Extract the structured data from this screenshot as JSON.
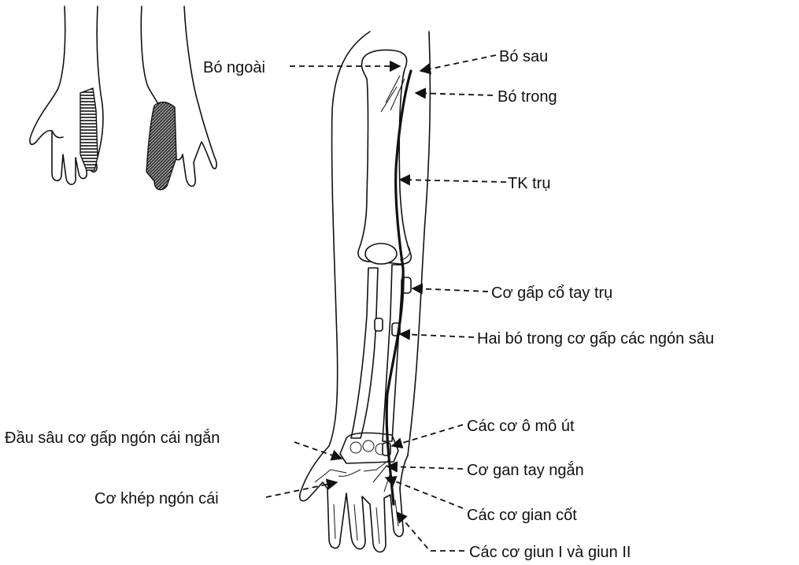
{
  "figure": {
    "labels": {
      "bo_ngoai": "Bó ngoài",
      "bo_sau": "Bó sau",
      "bo_trong": "Bó trong",
      "tk_tru": "TK trụ",
      "co_gap_co_tay_tru": "Cơ gấp cổ tay trụ",
      "hai_bo_trong": "Hai bó trong cơ gấp các ngón sâu",
      "cac_co_o_mo_ut": "Các cơ ô mô út",
      "dau_sau": "Đầu sâu cơ gấp ngón cái ngắn",
      "co_gan_tay_ngan": "Cơ gan tay ngắn",
      "co_khep_ngon_cai": "Cơ khép ngón cái",
      "cac_co_gian_cot": "Các cơ gian cốt",
      "cac_co_giun": "Các cơ giun I và giun II"
    }
  }
}
